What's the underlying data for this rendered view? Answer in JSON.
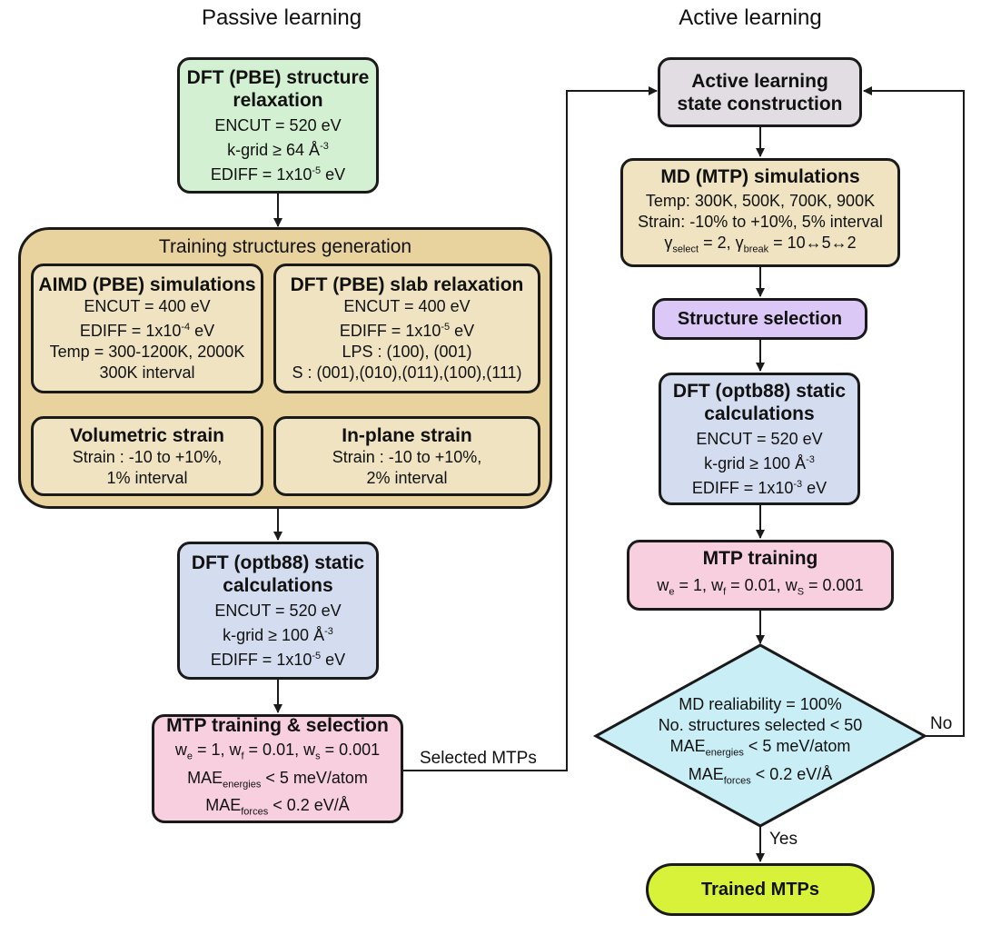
{
  "headings": {
    "passive": "Passive learning",
    "active": "Active learning"
  },
  "passive": {
    "relax": {
      "title1": "DFT (PBE) structure",
      "title2": "relaxation",
      "line1": "ENCUT = 520 eV",
      "line2_pre": "k-grid ≥ 64 Å",
      "line2_sup": "-3",
      "line3_pre": "EDIFF = 1x10",
      "line3_sup": "-5",
      "line3_post": " eV"
    },
    "group_title": "Training structures generation",
    "aimd": {
      "title": "AIMD (PBE) simulations",
      "line1": "ENCUT = 400 eV",
      "line2_pre": "EDIFF = 1x10",
      "line2_sup": "-4",
      "line2_post": " eV",
      "line3": "Temp = 300-1200K, 2000K",
      "line4": "300K interval"
    },
    "slab": {
      "title": "DFT (PBE) slab relaxation",
      "line1": "ENCUT = 400 eV",
      "line2_pre": "EDIFF = 1x10",
      "line2_sup": "-5",
      "line2_post": " eV",
      "line3": "LPS : (100), (001)",
      "line4": "S : (001),(010),(011),(100),(111)"
    },
    "vol": {
      "title": "Volumetric strain",
      "line1": "Strain : -10 to +10%,",
      "line2": "1% interval"
    },
    "inplane": {
      "title": "In-plane strain",
      "line1": "Strain : -10 to +10%,",
      "line2": "2% interval"
    },
    "static": {
      "title1": "DFT (optb88) static",
      "title2": "calculations",
      "line1": "ENCUT = 520 eV",
      "line2_pre": "k-grid ≥ 100 Å",
      "line2_sup": "-3",
      "line3_pre": "EDIFF = 1x10",
      "line3_sup": "-5",
      "line3_post": " eV"
    },
    "mtp": {
      "title": "MTP training & selection",
      "w_e": "e",
      "w_f": "f",
      "w_s": "s",
      "w1": "w",
      "w1v": " = 1, ",
      "w2": "w",
      "w2v": " = 0.01, ",
      "w3": "w",
      "w3v": " = 0.001",
      "mae1": "MAE",
      "mae1_sub": "energies",
      "mae1_post": " < 5 meV/atom",
      "mae2": "MAE",
      "mae2_sub": "forces",
      "mae2_post": " < 0.2 eV/Å"
    },
    "selected_label": "Selected MTPs"
  },
  "active": {
    "state": {
      "title1": "Active learning",
      "title2": "state construction"
    },
    "md": {
      "title": "MD (MTP) simulations",
      "line1": "Temp: 300K, 500K, 700K, 900K",
      "line2": "Strain: -10% to +10%, 5% interval",
      "g1": "γ",
      "g1_sub": "select",
      "g1_post": " = 2, ",
      "g2": "γ",
      "g2_sub": "break",
      "g2_post": " = 10↔5↔2"
    },
    "selection": {
      "title": "Structure selection"
    },
    "static": {
      "title1": "DFT (optb88) static",
      "title2": "calculations",
      "line1": "ENCUT = 520 eV",
      "line2_pre": "k-grid ≥ 100 Å",
      "line2_sup": "-3",
      "line3_pre": "EDIFF = 1x10",
      "line3_sup": "-3",
      "line3_post": " eV"
    },
    "mtp": {
      "title": "MTP training",
      "w": "w",
      "e": "e",
      "f": "f",
      "s": "S",
      "v1": " = 1, ",
      "v2": " = 0.01, ",
      "v3": " = 0.001"
    },
    "decision": {
      "line1": "MD realiability = 100%",
      "line2": "No. structures selected < 50",
      "mae1": "MAE",
      "mae1_sub": "energies",
      "mae1_post": " < 5 meV/atom",
      "mae2": "MAE",
      "mae2_sub": "forces",
      "mae2_post": " < 0.2 eV/Å"
    },
    "no_label": "No",
    "yes_label": "Yes",
    "trained": {
      "title": "Trained MTPs"
    }
  }
}
